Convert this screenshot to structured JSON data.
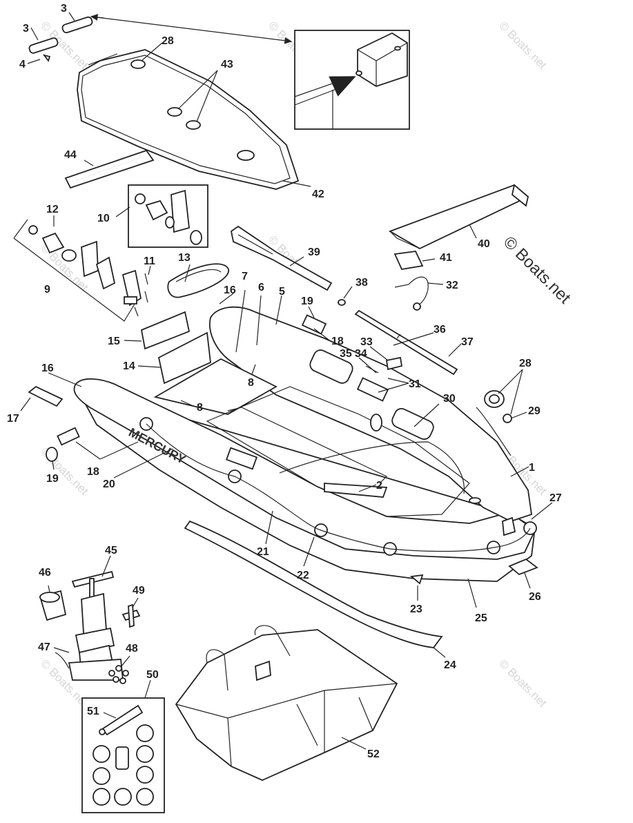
{
  "brand_text": "MERCURY",
  "copyright": "© Boats.net",
  "watermark": "© Boats.net",
  "parts": [
    {
      "id": "p3a",
      "label": "3"
    },
    {
      "id": "p3b",
      "label": "3"
    },
    {
      "id": "p4",
      "label": "4"
    },
    {
      "id": "p28a",
      "label": "28"
    },
    {
      "id": "p43",
      "label": "43"
    },
    {
      "id": "p44",
      "label": "44"
    },
    {
      "id": "p42",
      "label": "42"
    },
    {
      "id": "p12",
      "label": "12"
    },
    {
      "id": "p10",
      "label": "10"
    },
    {
      "id": "p9",
      "label": "9"
    },
    {
      "id": "p11",
      "label": "11"
    },
    {
      "id": "p13",
      "label": "13"
    },
    {
      "id": "p39",
      "label": "39"
    },
    {
      "id": "p40",
      "label": "40"
    },
    {
      "id": "p41",
      "label": "41"
    },
    {
      "id": "p38",
      "label": "38"
    },
    {
      "id": "p32",
      "label": "32"
    },
    {
      "id": "p7",
      "label": "7"
    },
    {
      "id": "p6",
      "label": "6"
    },
    {
      "id": "p5",
      "label": "5"
    },
    {
      "id": "p16a",
      "label": "16"
    },
    {
      "id": "p19a",
      "label": "19"
    },
    {
      "id": "p18a",
      "label": "18"
    },
    {
      "id": "p36",
      "label": "36"
    },
    {
      "id": "p37",
      "label": "37"
    },
    {
      "id": "p33",
      "label": "33"
    },
    {
      "id": "p34",
      "label": "34"
    },
    {
      "id": "p35",
      "label": "35"
    },
    {
      "id": "p31",
      "label": "31"
    },
    {
      "id": "p15",
      "label": "15"
    },
    {
      "id": "p14",
      "label": "14"
    },
    {
      "id": "p8a",
      "label": "8"
    },
    {
      "id": "p8b",
      "label": "8"
    },
    {
      "id": "p16b",
      "label": "16"
    },
    {
      "id": "p17",
      "label": "17"
    },
    {
      "id": "p28b",
      "label": "28"
    },
    {
      "id": "p29",
      "label": "29"
    },
    {
      "id": "p30",
      "label": "30"
    },
    {
      "id": "p1",
      "label": "1"
    },
    {
      "id": "p19b",
      "label": "19"
    },
    {
      "id": "p18b",
      "label": "18"
    },
    {
      "id": "p20",
      "label": "20"
    },
    {
      "id": "p2",
      "label": "2"
    },
    {
      "id": "p27",
      "label": "27"
    },
    {
      "id": "p21",
      "label": "21"
    },
    {
      "id": "p22",
      "label": "22"
    },
    {
      "id": "p23",
      "label": "23"
    },
    {
      "id": "p25",
      "label": "25"
    },
    {
      "id": "p26",
      "label": "26"
    },
    {
      "id": "p45",
      "label": "45"
    },
    {
      "id": "p46",
      "label": "46"
    },
    {
      "id": "p49",
      "label": "49"
    },
    {
      "id": "p47",
      "label": "47"
    },
    {
      "id": "p48",
      "label": "48"
    },
    {
      "id": "p50",
      "label": "50"
    },
    {
      "id": "p24",
      "label": "24"
    },
    {
      "id": "p51",
      "label": "51"
    },
    {
      "id": "p52",
      "label": "52"
    }
  ]
}
